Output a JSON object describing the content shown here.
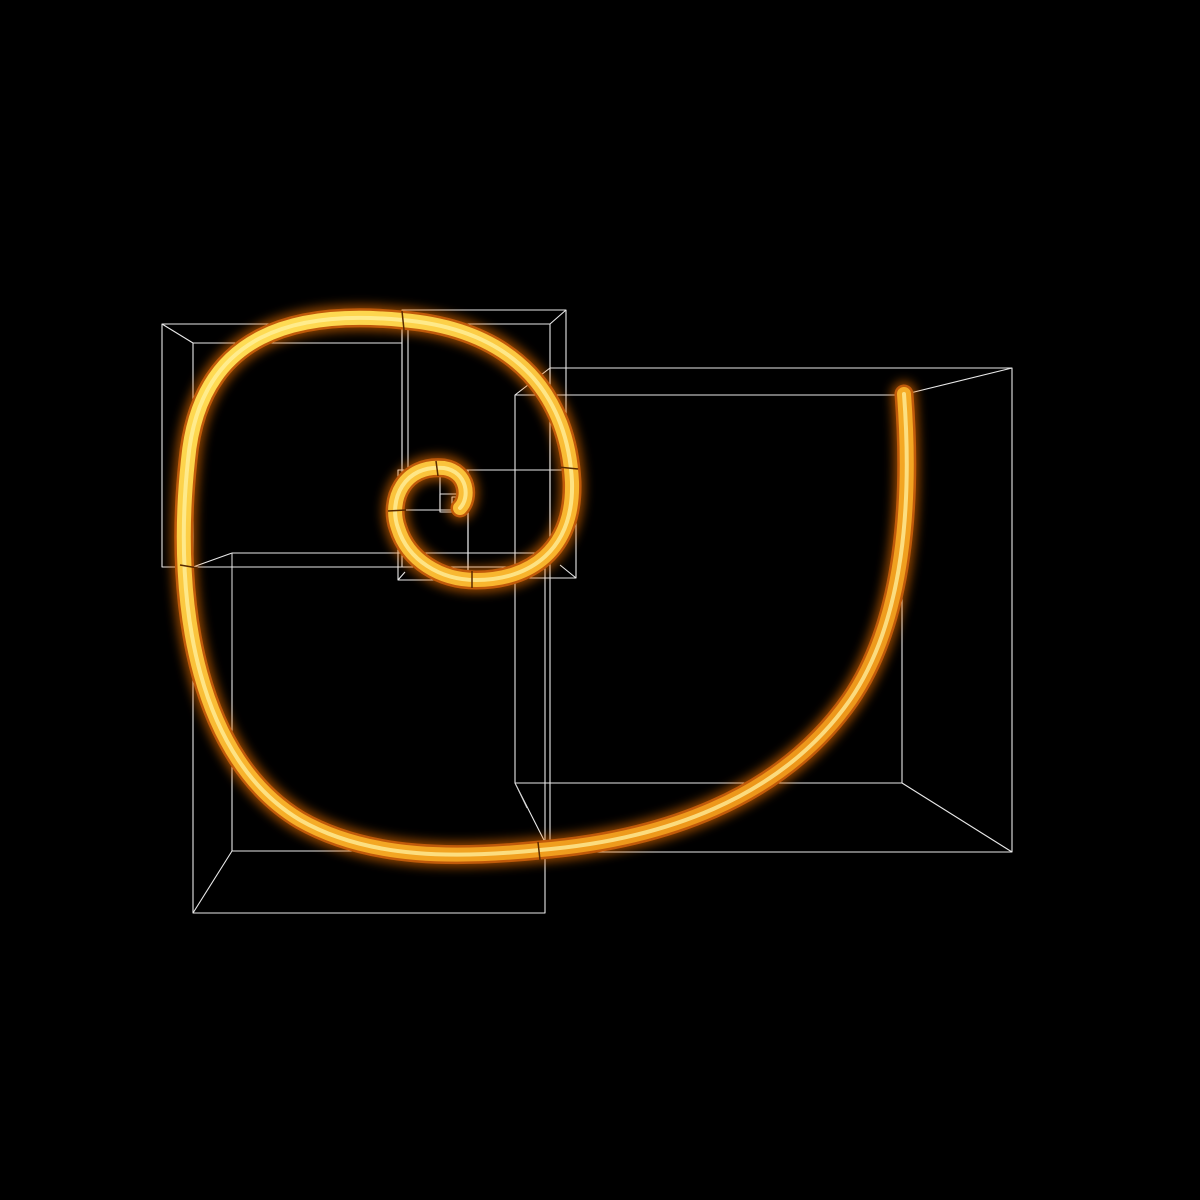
{
  "scene": {
    "background": "#000000",
    "wireframe_color": "#ffffff",
    "spiral_colors": {
      "core": "#ffd84a",
      "mid": "#f5a623",
      "glow": "#ff7a00",
      "edge": "#b8500a"
    },
    "wireframe_box_count": 8,
    "shapes": [
      "golden-spiral-tube",
      "fibonacci-wireframe-boxes"
    ]
  }
}
